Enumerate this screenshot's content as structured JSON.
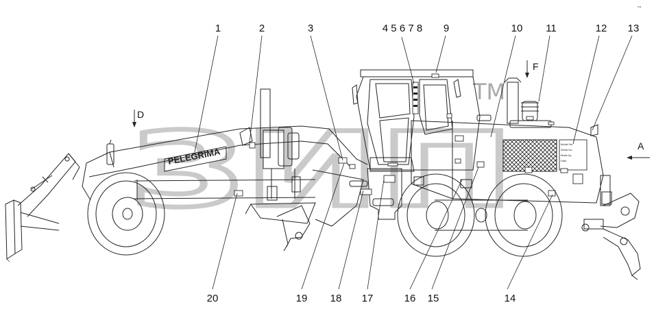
{
  "watermark": {
    "text": "ЗИП",
    "tm": "TM"
  },
  "brand_label": "PELEGRIMA",
  "mini_label": "°°",
  "direction_labels": {
    "A": "A",
    "D": "D",
    "F": "F"
  },
  "callouts": [
    {
      "id": "1",
      "text": "1"
    },
    {
      "id": "2",
      "text": "2"
    },
    {
      "id": "3",
      "text": "3"
    },
    {
      "id": "4-8",
      "text": "4 5 6 7 8"
    },
    {
      "id": "9",
      "text": "9"
    },
    {
      "id": "10",
      "text": "10"
    },
    {
      "id": "11",
      "text": "11"
    },
    {
      "id": "12",
      "text": "12"
    },
    {
      "id": "13",
      "text": "13"
    },
    {
      "id": "14",
      "text": "14"
    },
    {
      "id": "15",
      "text": "15"
    },
    {
      "id": "16",
      "text": "16"
    },
    {
      "id": "17",
      "text": "17"
    },
    {
      "id": "18",
      "text": "18"
    },
    {
      "id": "19",
      "text": "19"
    },
    {
      "id": "20",
      "text": "20"
    }
  ],
  "plate_text": [
    "Model No.",
    "Serial No.",
    "Made by",
    "Date"
  ]
}
